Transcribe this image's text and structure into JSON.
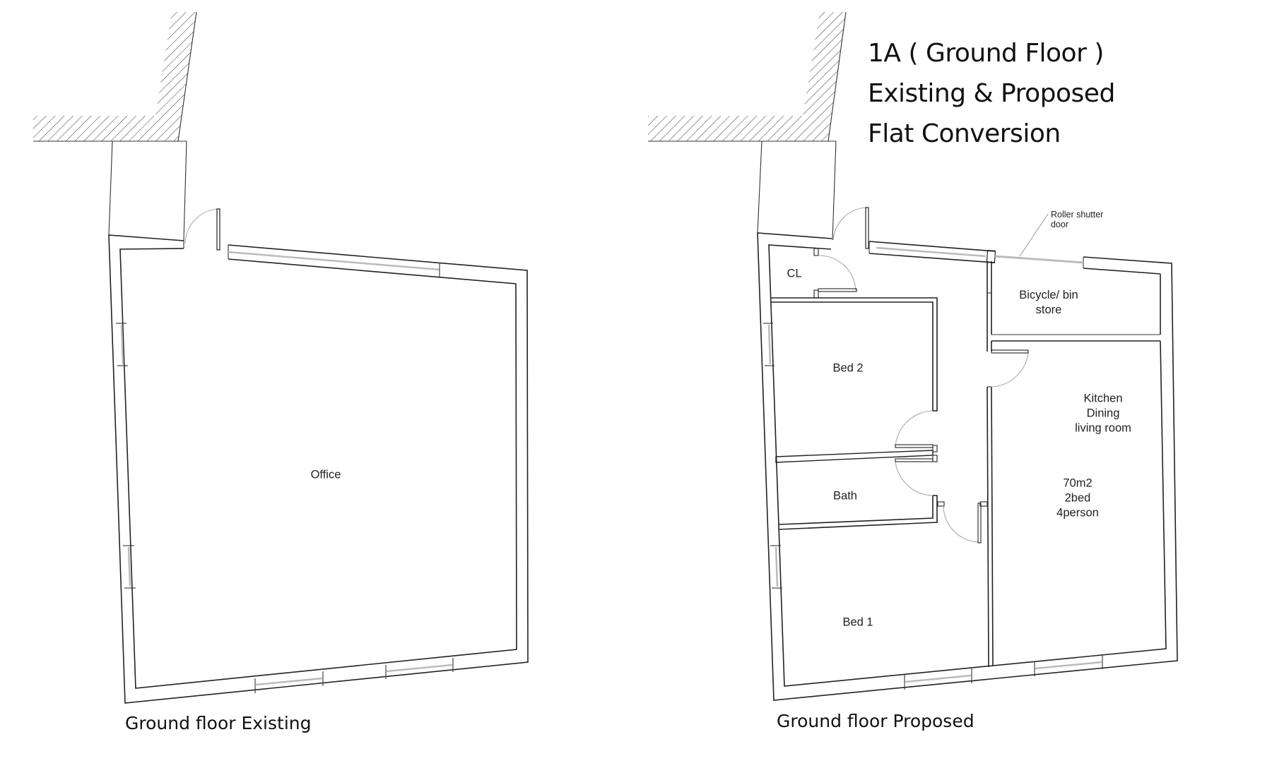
{
  "title": {
    "line1": "1A ( Ground Floor )",
    "line2": "Existing & Proposed",
    "line3": "Flat Conversion"
  },
  "existing_plan": {
    "caption": "Ground floor Existing",
    "rooms": {
      "office": "Office"
    }
  },
  "proposed_plan": {
    "caption": "Ground floor Proposed",
    "rooms": {
      "cl": "CL",
      "bed2": "Bed 2",
      "bath": "Bath",
      "bed1": "Bed 1",
      "bicycle_line1": "Bicycle/ bin",
      "bicycle_line2": "store",
      "kitchen_line1": "Kitchen",
      "kitchen_line2": "Dining",
      "kitchen_line3": "living room"
    },
    "summary": {
      "area": "70m2",
      "beds": "2bed",
      "persons": "4person"
    },
    "annotation": {
      "line1": "Roller shutter",
      "line2": "door"
    }
  },
  "colors": {
    "line": "#222222",
    "window": "#bbbbbb",
    "background": "#ffffff"
  }
}
